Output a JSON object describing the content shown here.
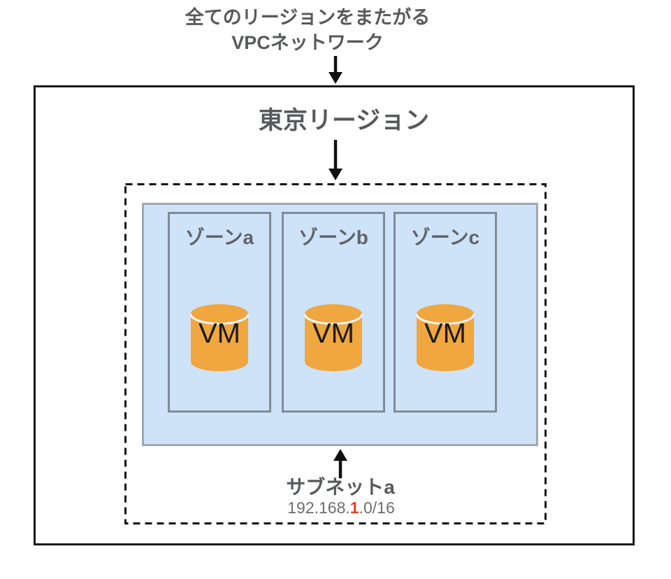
{
  "colors": {
    "title_gray": "#58595B",
    "zone_label_gray": "#5F646A",
    "vm_text": "#1A1A1A",
    "blue_fill": "#CEE2F8",
    "container_border": "#9FA7AF",
    "zone_border": "#7E8C99",
    "orange": "#F0A73F",
    "arrow_black": "#111111",
    "outer_border": "#1A1A1A",
    "cidr_gray": "#6E6E6E",
    "cidr_red": "#E2442B"
  },
  "vpc": {
    "title_line1": "全てのリージョンをまたがる",
    "title_line2": "VPCネットワーク"
  },
  "region": {
    "title": "東京リージョン"
  },
  "zones": [
    {
      "label": "ゾーンa",
      "vm": "VM"
    },
    {
      "label": "ゾーンb",
      "vm": "VM"
    },
    {
      "label": "ゾーンc",
      "vm": "VM"
    }
  ],
  "subnet": {
    "label": "サブネットa",
    "cidr_prefix": "192.168.",
    "cidr_octet": "1",
    "cidr_suffix": ".0/16"
  }
}
